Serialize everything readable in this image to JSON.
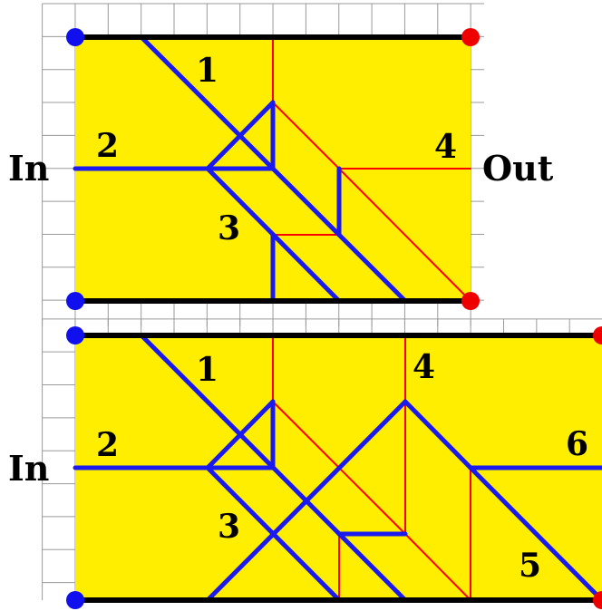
{
  "colors": {
    "grid": "#9a9a9a",
    "fill": "#ffee00",
    "border": "#000000",
    "blue": "#1a1aee",
    "red": "#ff0000",
    "dot_in": "#1010ee",
    "dot_out": "#ee0000"
  },
  "top_panel": {
    "in_label": "In",
    "out_label": "Out",
    "numbers": [
      "1",
      "2",
      "3",
      "4"
    ]
  },
  "bottom_panel": {
    "in_label": "In",
    "numbers": [
      "1",
      "2",
      "3",
      "4",
      "5",
      "6"
    ]
  }
}
